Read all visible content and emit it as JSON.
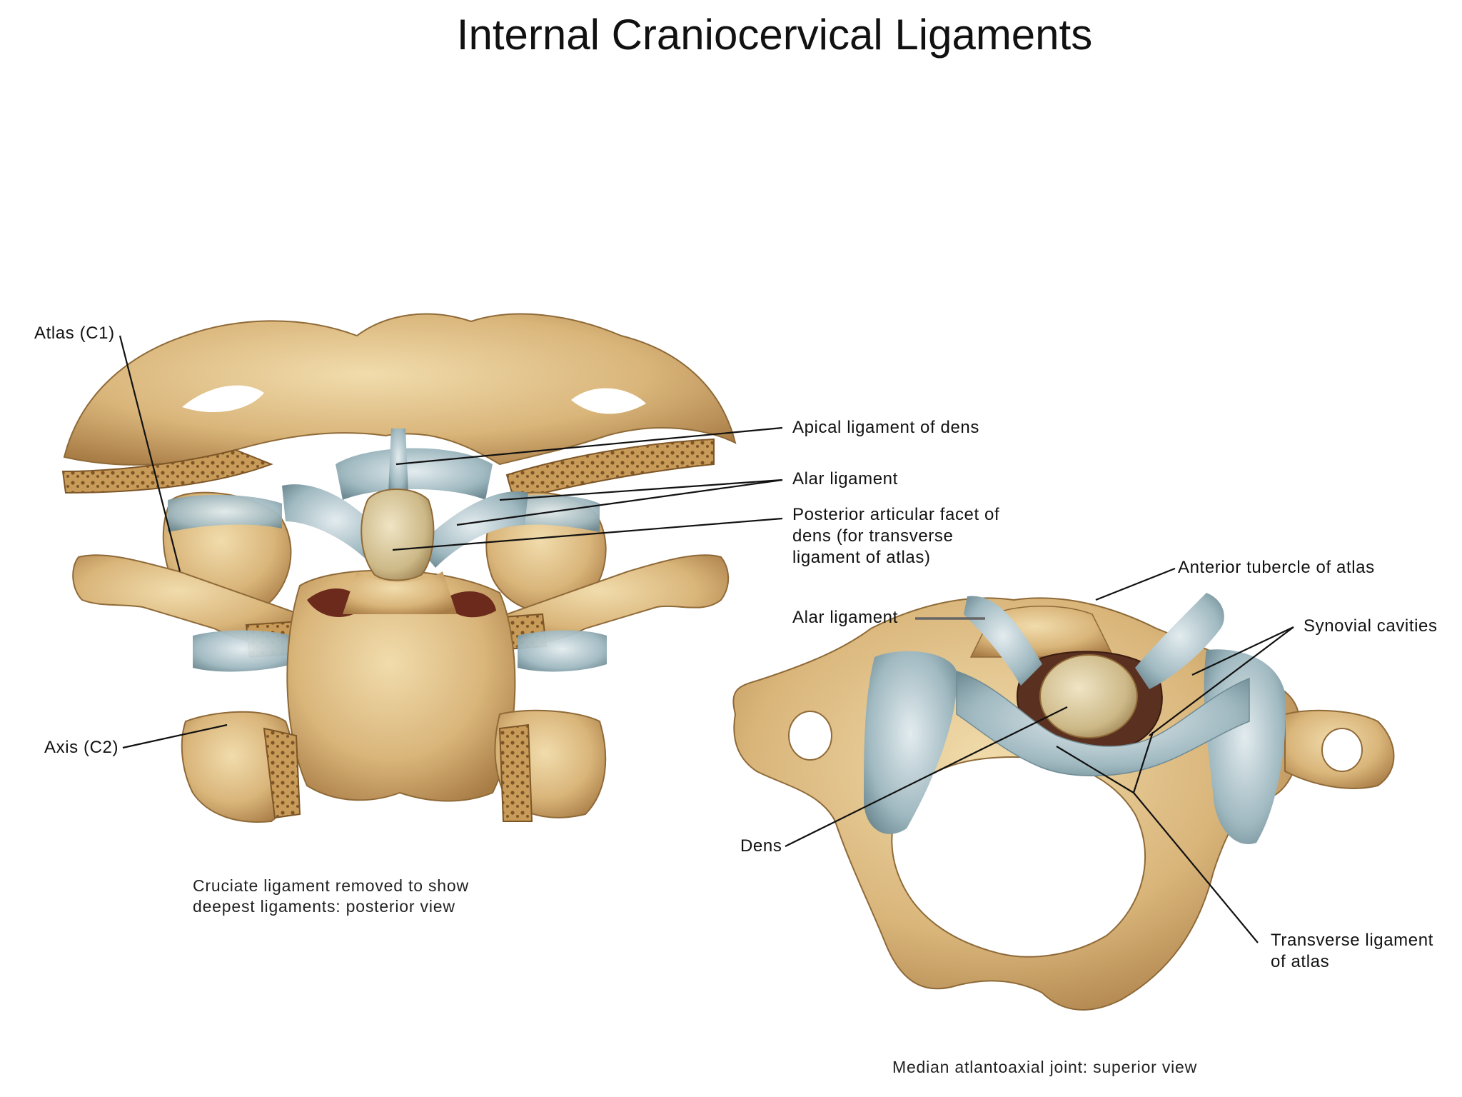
{
  "title": "Internal Craniocervical Ligaments",
  "posterior_view": {
    "labels": {
      "atlas": "Atlas (C1)",
      "axis": "Axis (C2)",
      "apical": "Apical ligament of dens",
      "alar": "Alar ligament",
      "facet_1": "Posterior articular facet of",
      "facet_2": "dens (for transverse",
      "facet_3": "ligament of atlas)"
    },
    "caption_1": "Cruciate ligament removed to show",
    "caption_2": "deepest ligaments: posterior view"
  },
  "superior_view": {
    "labels": {
      "anterior_tubercle": "Anterior tubercle of atlas",
      "synovial": "Synovial cavities",
      "alar": "Alar ligament",
      "dens": "Dens",
      "transverse_1": "Transverse ligament",
      "transverse_2": "of atlas"
    },
    "caption": "Median atlantoaxial joint: superior view"
  },
  "colors": {
    "bone": "#d9b57a",
    "bone_dark": "#b08850",
    "bone_light": "#edd7a6",
    "ligament": "#9fb8c0",
    "ligament_light": "#d9e4e8",
    "marrow": "#a87c3e",
    "cavity": "#5a3020",
    "leader": "#111111"
  }
}
